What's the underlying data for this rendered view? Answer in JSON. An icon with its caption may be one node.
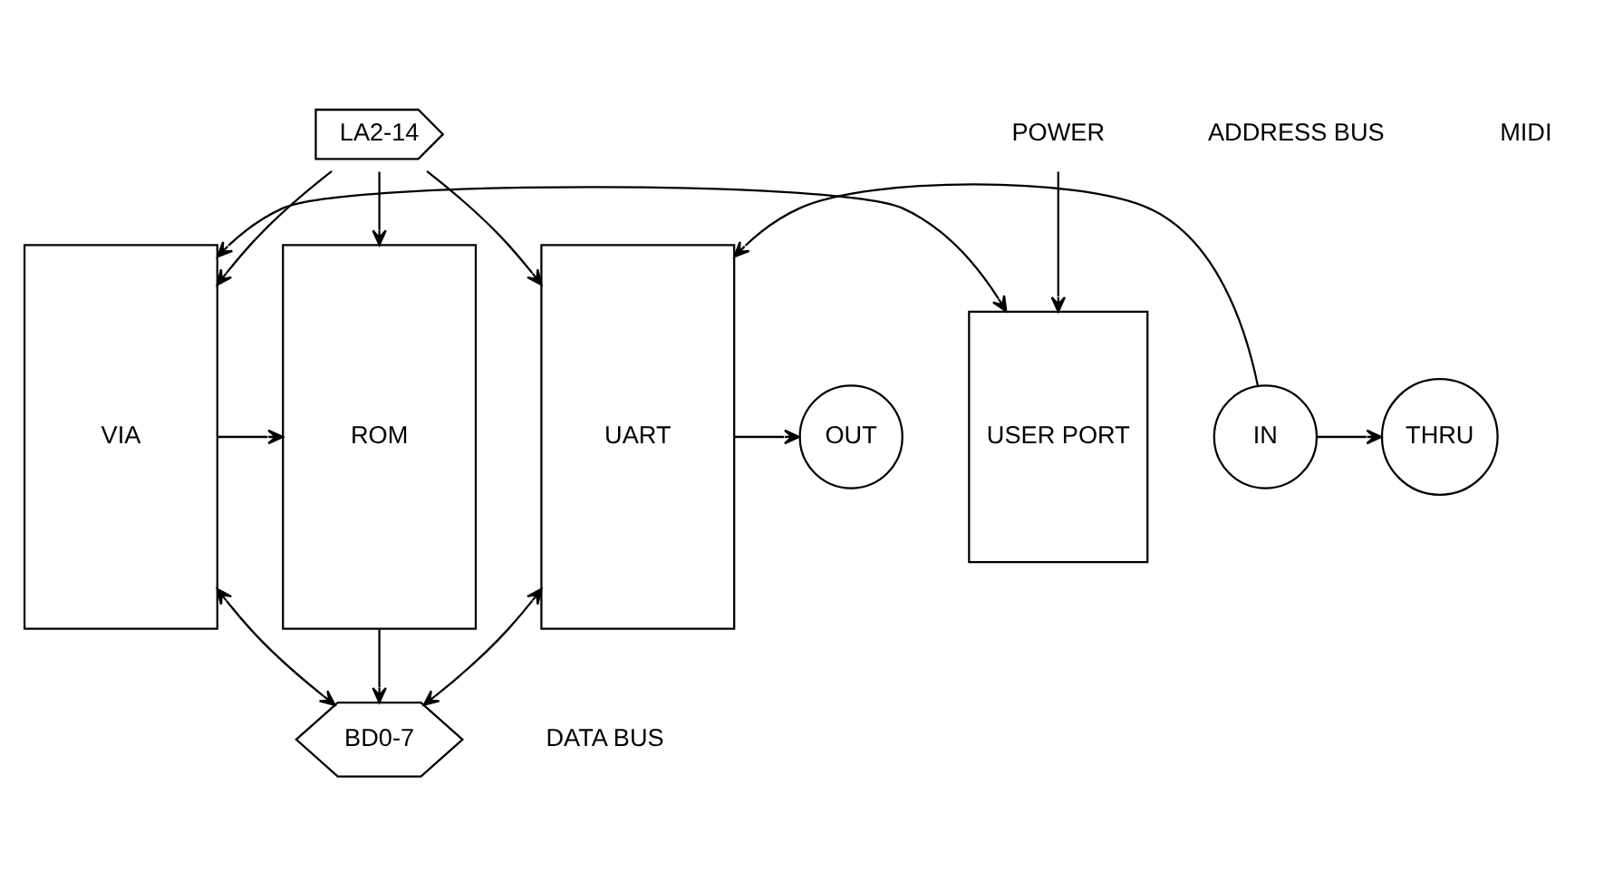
{
  "diagram": {
    "nodes": [
      {
        "text": [
          "LA2-14"
        ]
      },
      {
        "text": [
          "ROM"
        ]
      },
      {
        "text": [
          "VIA"
        ]
      },
      {
        "text": [
          "POWER"
        ]
      },
      {
        "text": [
          "USER PORT"
        ]
      },
      {
        "text": [
          "UART"
        ]
      },
      {
        "text": [
          "IN"
        ]
      },
      {
        "text": [
          "THRU"
        ]
      },
      {
        "text": [
          "OUT"
        ]
      },
      {
        "text": [
          "BD0-7"
        ]
      }
    ],
    "edges": [
      {
        "from": 0,
        "to": 1,
        "arrow": "to"
      },
      {
        "from": 0,
        "to": 2,
        "arrow": "to"
      },
      {
        "from": 0,
        "to": 5,
        "arrow": "to"
      },
      {
        "from": 2,
        "to": 1,
        "arrow": "to"
      },
      {
        "from": 3,
        "to": 4,
        "arrow": "to"
      },
      {
        "from": 2,
        "to": 4,
        "arrow": "both"
      },
      {
        "from": 6,
        "to": 5,
        "arrow": "to"
      },
      {
        "from": 6,
        "to": 7,
        "arrow": "to"
      },
      {
        "from": 5,
        "to": 8,
        "arrow": "to"
      },
      {
        "from": 1,
        "to": 9,
        "arrow": "to"
      },
      {
        "from": 2,
        "to": 9,
        "arrow": "both"
      },
      {
        "from": 5,
        "to": 9,
        "arrow": "both"
      }
    ],
    "labels": [
      "ADDRESS BUS",
      "MIDI",
      "DATA BUS"
    ]
  }
}
